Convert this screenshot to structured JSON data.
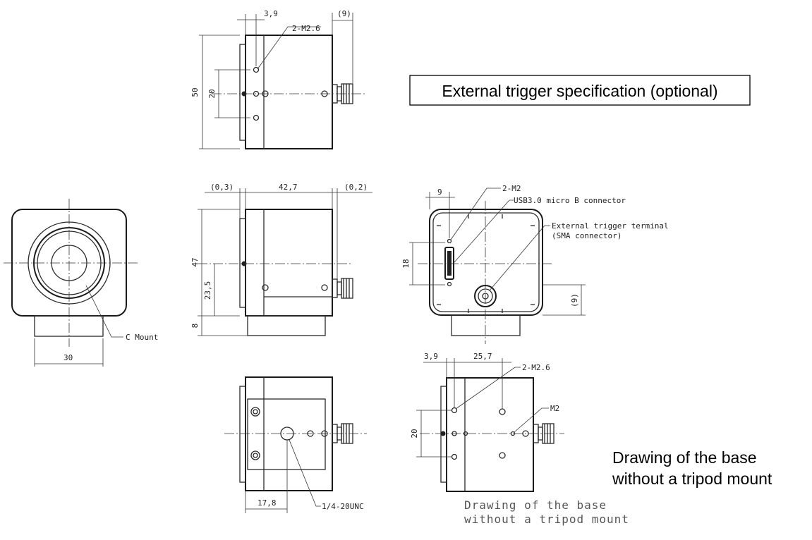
{
  "title_box": {
    "label": "External trigger specification (optional)"
  },
  "base_caption": {
    "line1": "Drawing of the base",
    "line2": "without a tripod mount"
  },
  "base_note": {
    "line1": "Drawing of the base",
    "line2": "without a tripod mount"
  },
  "top_view": {
    "dim_3_9": "3,9",
    "dim_9": "(9)",
    "dim_50": "50",
    "dim_20": "20",
    "callout_screws": "2-M2.6"
  },
  "side_view": {
    "dim_0_3": "(0,3)",
    "dim_42_7": "42,7",
    "dim_0_2": "(0,2)",
    "dim_47": "47",
    "dim_23_5": "23,5",
    "dim_8": "8"
  },
  "front_view": {
    "dim_30": "30",
    "callout_mount": "C Mount"
  },
  "rear_view": {
    "dim_9": "9",
    "dim_18": "18",
    "dim_9b": "(9)",
    "callout_m2": "2-M2",
    "callout_usb": "USB3.0 micro B connector",
    "callout_trigger_1": "External trigger terminal",
    "callout_trigger_2": "(SMA connector)"
  },
  "bottom_view": {
    "dim_17_8": "17,8",
    "callout_thread": "1/4-20UNC"
  },
  "base_view": {
    "dim_3_9": "3,9",
    "dim_25_7": "25,7",
    "dim_20": "20",
    "callout_screws": "2-M2.6",
    "callout_m2": "M2"
  }
}
